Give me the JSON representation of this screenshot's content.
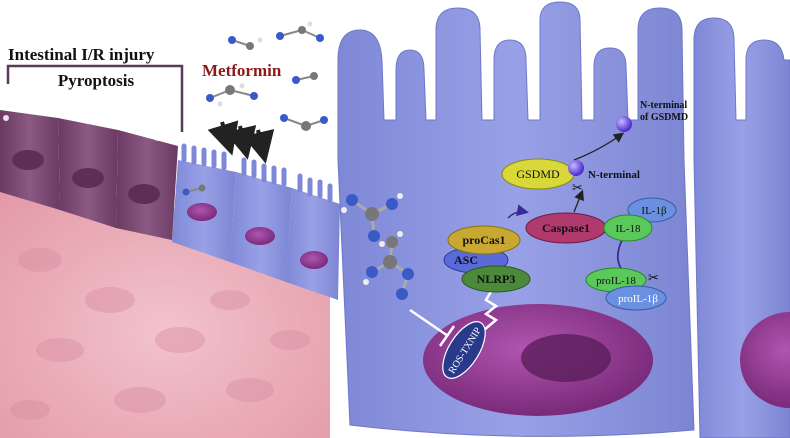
{
  "header": {
    "injury_label": "Intestinal I/R injury",
    "pyroptosis_label": "Pyroptosis",
    "drug_label": "Metformin"
  },
  "proteins": {
    "gsdmd": "GSDMD",
    "n_terminal": "N-terminal",
    "n_terminal_gsdmd_line1": "N-terminal",
    "n_terminal_gsdmd_line2": "of GSDMD",
    "caspase1": "Caspase1",
    "procas1": "proCas1",
    "asc": "ASC",
    "nlrp3": "NLRP3",
    "il1b": "IL-1β",
    "il18": "IL-18",
    "proil18": "proIL-18",
    "proil1b": "proIL-1β",
    "ros_txnip": "ROS-TXNIP"
  },
  "colors": {
    "cell_fill": "#8e97dc",
    "tissue": "#e9a9b4",
    "damaged_cell": "#7a4a72",
    "nucleus": "#8e3a8e",
    "drug_label": "#8b1a1a",
    "gsdmd": "#d8d838",
    "caspase1": "#b03a6e",
    "procas1": "#c8a830",
    "asc": "#5a6ad8",
    "nlrp3": "#4a8a3a",
    "il18": "#5ac85a",
    "il1b": "#6a90e0",
    "ros_txnip": "#2a3a8a",
    "n_terminal_ball": "#6a4ae0"
  }
}
